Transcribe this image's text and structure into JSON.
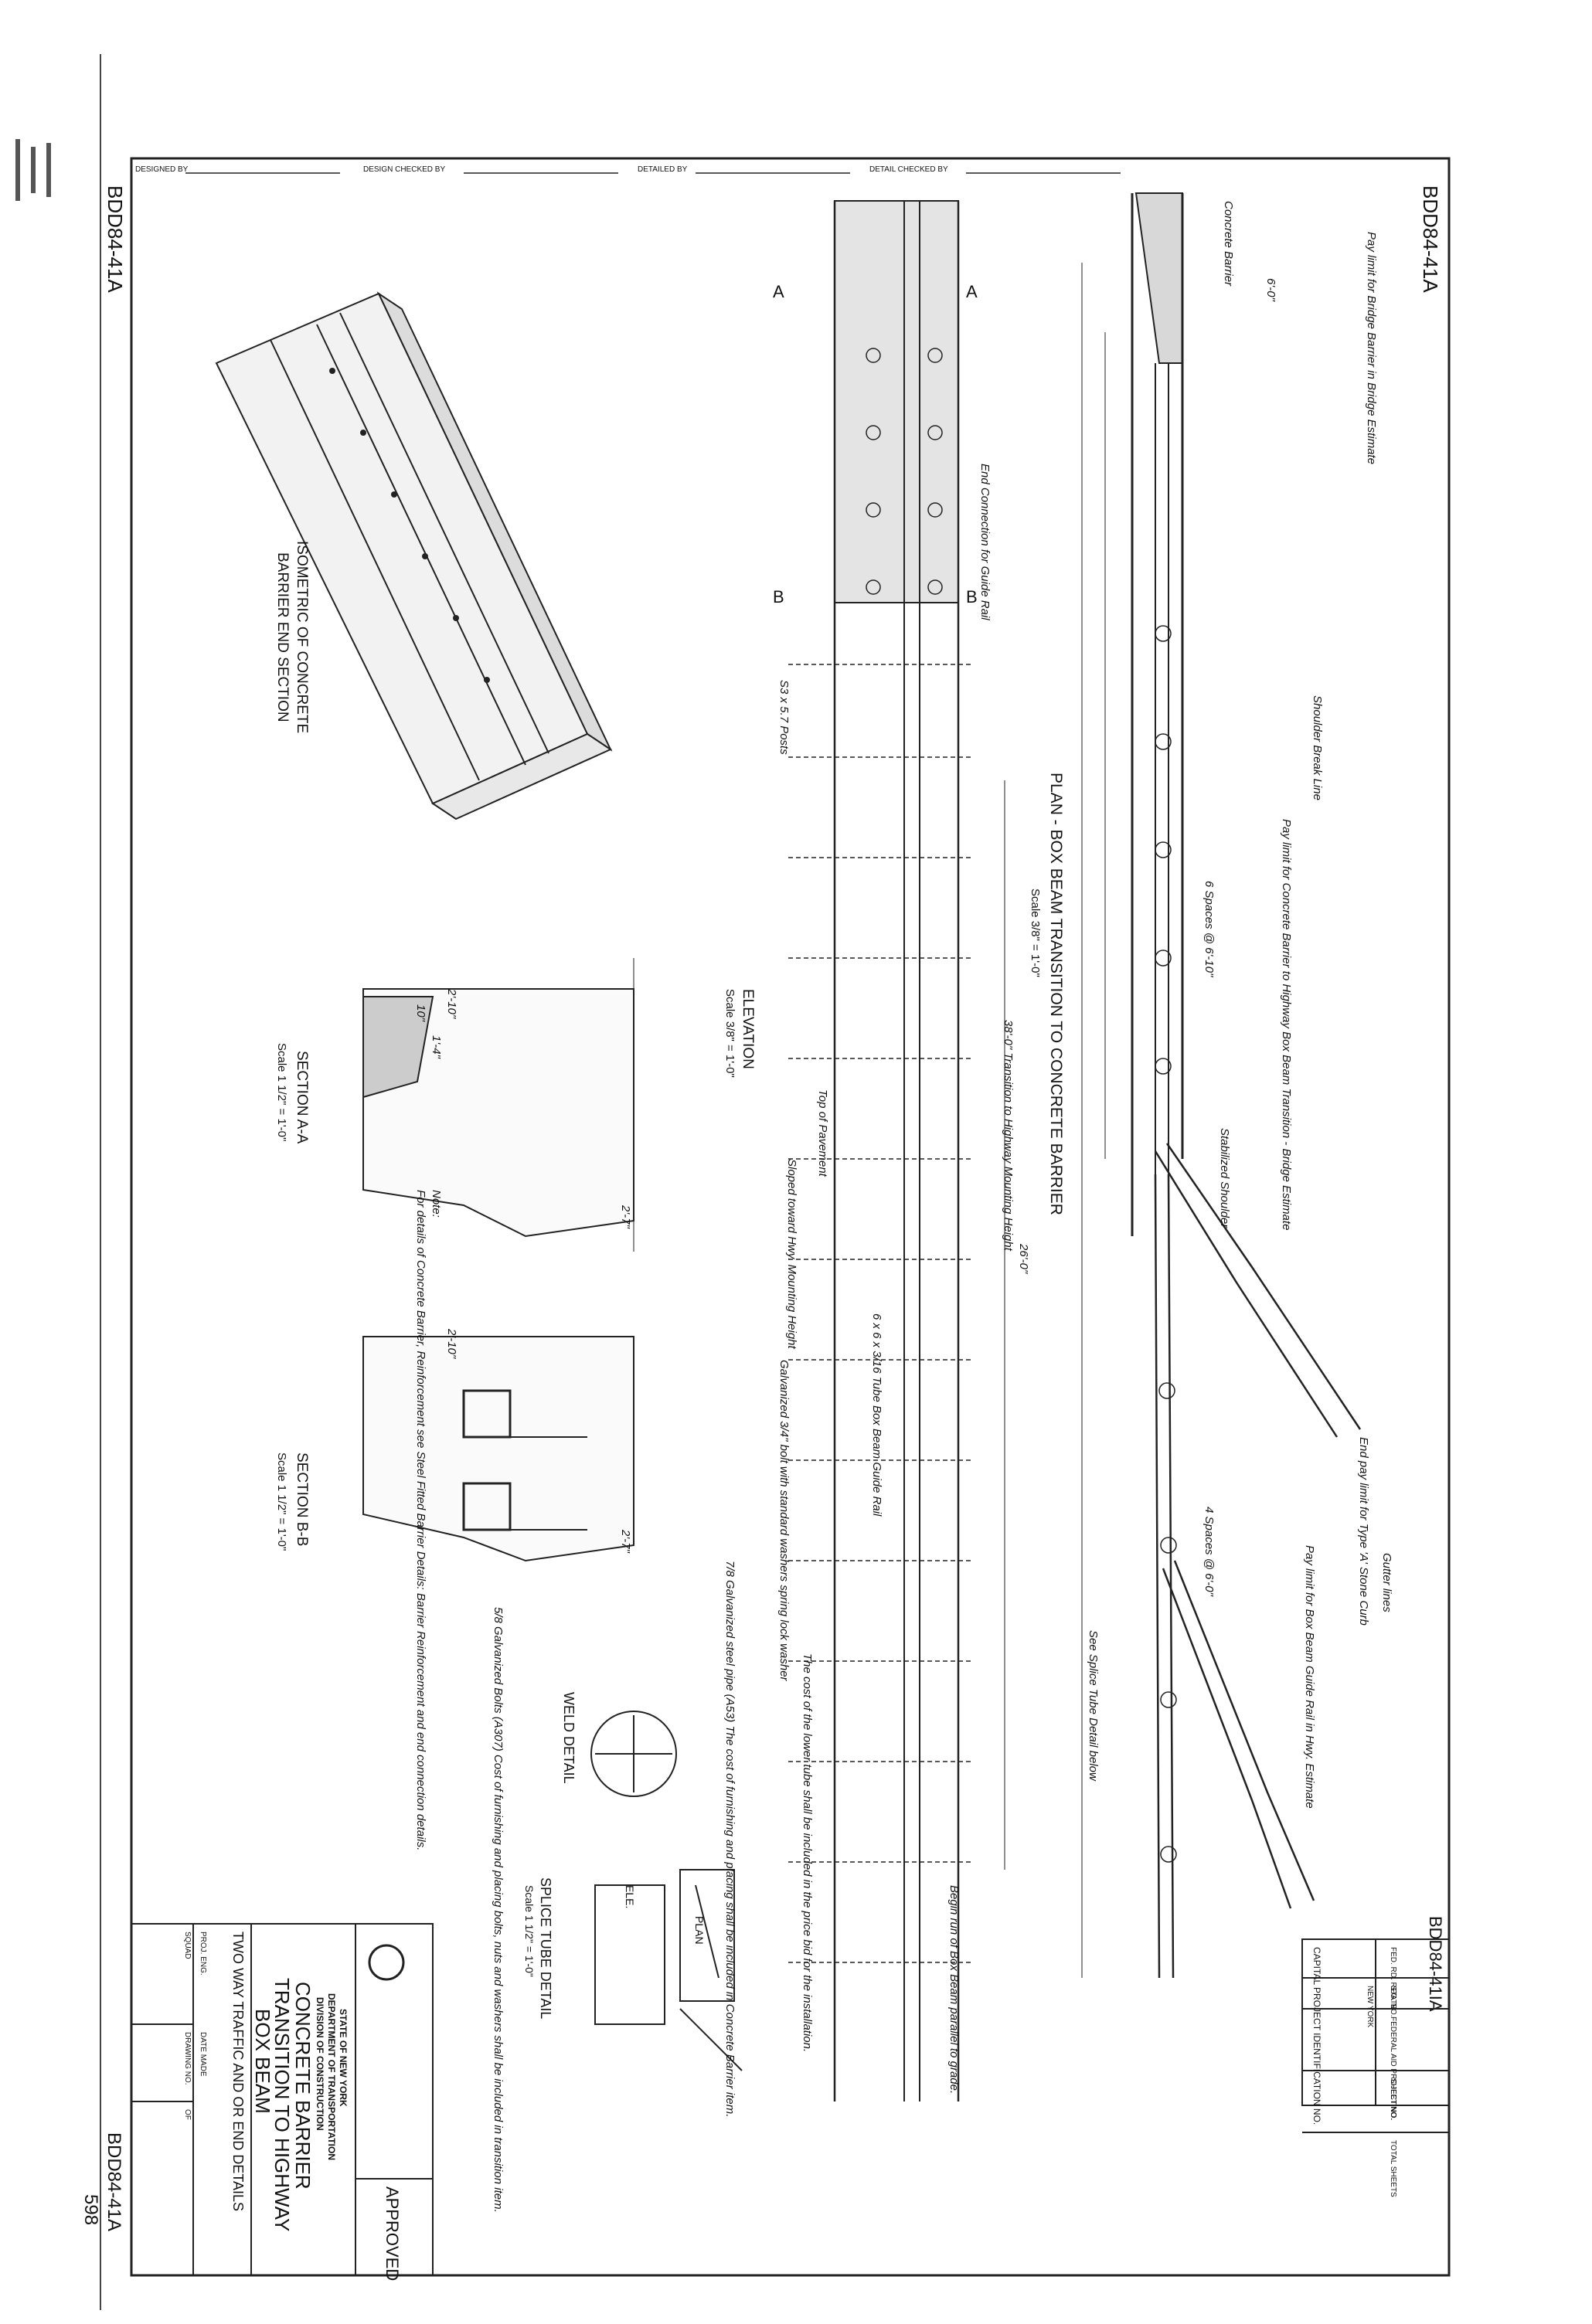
{
  "sheet": {
    "drawing_number": "BDD84-41A",
    "drawing_number_variant": "BDD84-41IA",
    "page_number": "598"
  },
  "header_fields": {
    "designed_by": "DESIGNED BY",
    "design_checked_by": "DESIGN CHECKED BY",
    "detailed_by": "DETAILED BY",
    "detail_checked_by": "DETAIL CHECKED BY"
  },
  "title_block": {
    "state_line1": "STATE OF NEW YORK",
    "state_line2": "DEPARTMENT OF TRANSPORTATION",
    "state_line3": "DIVISION OF CONSTRUCTION",
    "title_line1": "CONCRETE BARRIER",
    "title_line2": "TRANSITION TO HIGHWAY",
    "title_line3": "BOX BEAM",
    "subtitle": "TWO WAY TRAFFIC AND OR END DETAILS",
    "approved": "APPROVED",
    "proj_eng": "PROJ. ENG.",
    "squad": "SQUAD",
    "date_made": "DATE MADE",
    "drawing_no": "DRAWING NO.",
    "of": "OF"
  },
  "project_block": {
    "fed_rd_reg_no": "FED. RD. REG. NO.",
    "state": "STATE",
    "federal_aid_project_no": "FEDERAL AID PROJECT NO.",
    "sheet_no": "SHEET NO.",
    "total_sheets": "TOTAL SHEETS",
    "state_value": "NEW YORK",
    "capital_project": "CAPITAL PROJECT IDENTIFICATION NO."
  },
  "views": {
    "plan_title": "PLAN - BOX BEAM TRANSITION TO CONCRETE BARRIER",
    "plan_scale": "Scale 3/8\" = 1'-0\"",
    "elevation_title": "ELEVATION",
    "elevation_scale": "Scale 3/8\" = 1'-0\"",
    "section_aa": "SECTION A-A",
    "section_aa_scale": "Scale 1 1/2\" = 1'-0\"",
    "section_bb": "SECTION B-B",
    "section_bb_scale": "Scale 1 1/2\" = 1'-0\"",
    "isometric_line1": "ISOMETRIC OF CONCRETE",
    "isometric_line2": "BARRIER END SECTION",
    "weld_detail": "WELD DETAIL",
    "splice_tube": "SPLICE TUBE DETAIL",
    "splice_tube_scale": "Scale 1 1/2\" = 1'-0\"",
    "plan_label": "PLAN",
    "elev_label": "ELE."
  },
  "labels": {
    "concrete_barrier": "Concrete Barrier",
    "pay_limit_bridge": "Pay limit for Bridge Barrier in Bridge Estimate",
    "shoulder_break": "Shoulder Break Line",
    "pay_limit_concrete": "Pay limit for Concrete Barrier to Highway Box Beam Transition - Bridge Estimate",
    "transition": "38'-0\" Transition to Highway Mounting Height",
    "spaces_6": "6 Spaces @ 6'-10\"",
    "spaces_4": "4 Spaces @ 6'-0\"",
    "stabilized_shoulder": "Stabilized Shoulder",
    "gutter_lines": "Gutter lines",
    "end_pay_limit": "End pay limit for Type 'A' Stone Curb",
    "pay_limit_box": "Pay limit for Box Beam Guide Rail in Hwy. Estimate",
    "see_splice_tube": "See Splice Tube Detail below",
    "begin_run": "Begin run of Box Beam parallel to grade.",
    "end_connection": "End Connection for Guide Rail",
    "s3_posts": "S3 x 5.7 Posts",
    "sloped_toward": "Sloped toward Hwy. Mounting Height",
    "top_pavement": "Top of Pavement",
    "spring_lock": "Galvanized 3/4\" bolt with standard washers spring lock washer",
    "guide_rail_6x6": "6 x 6 x 3/16 Tube Box Beam Guide Rail",
    "the_cost": "The cost of the lower tube shall be included in the price bid for the installation.",
    "galv_steel": "7/8 Galvanized steel pipe (A53) The cost of furnishing and placing shall be included in Concrete Barrier item.",
    "galv_bolts": "5/8 Galvanized Bolts (A307) Cost of furnishing and placing bolts, nuts and washers shall be included in transition item.",
    "note_heading": "Note:",
    "note_body": "For details of Concrete Barrier, Reinforcement see Steel Fitted Barrier Details: Barrier Reinforcement and end connection details.",
    "dim_2_10": "2'-10\"",
    "dim_1_4": "1'-4\"",
    "dim_10": "10\"",
    "dim_2_7": "2'-7\"",
    "dim_6_0": "6'-0\"",
    "dim_26_0": "26'-0\""
  }
}
